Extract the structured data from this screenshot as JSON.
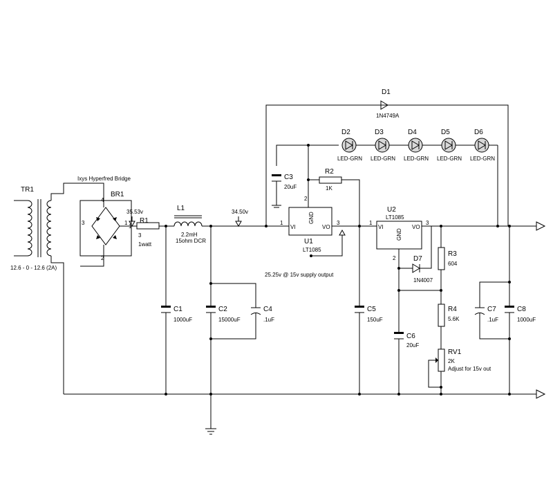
{
  "transformer": {
    "ref": "TR1",
    "rating": "12.6 - 0 - 12.6 (2A)"
  },
  "bridge": {
    "ref": "BR1",
    "desc": "Ixys Hyperfred Bridge",
    "pin1": "1",
    "pin2": "2",
    "pin3": "3",
    "pin4": "4"
  },
  "r1": {
    "ref": "R1",
    "pin": "1",
    "value": "3",
    "power": "1watt"
  },
  "l1": {
    "ref": "L1",
    "value": "2.2mH",
    "dcr": "15ohm DCR"
  },
  "probe1": {
    "label": "35.53v"
  },
  "probe2": {
    "label": "34.50v"
  },
  "probe3": {
    "label": "25.25v @ 15v supply output"
  },
  "c1": {
    "ref": "C1",
    "value": "1000uF"
  },
  "c2": {
    "ref": "C2",
    "value": "15000uF"
  },
  "c3": {
    "ref": "C3",
    "value": "20uF"
  },
  "c4": {
    "ref": "C4",
    "value": ".1uF"
  },
  "c5": {
    "ref": "C5",
    "value": "150uF"
  },
  "c6": {
    "ref": "C6",
    "value": "20uF"
  },
  "c7": {
    "ref": "C7",
    "value": ".1uF"
  },
  "c8": {
    "ref": "C8",
    "value": "1000uF"
  },
  "r2": {
    "ref": "R2",
    "value": "1K"
  },
  "r3": {
    "ref": "R3",
    "value": "604"
  },
  "r4": {
    "ref": "R4",
    "value": "5.6K"
  },
  "rv1": {
    "ref": "RV1",
    "value": "2K",
    "note": "Adjust for 15v out"
  },
  "u1": {
    "ref": "U1",
    "part": "LT1085",
    "pin_vi": "VI",
    "pin_vo": "VO",
    "pin_gnd": "GND",
    "pin1": "1",
    "pin2": "2",
    "pin3": "3"
  },
  "u2": {
    "ref": "U2",
    "part": "LT1085",
    "pin_vi": "VI",
    "pin_vo": "VO",
    "pin_gnd": "GND",
    "pin1": "1",
    "pin2": "2",
    "pin3": "3"
  },
  "d1": {
    "ref": "D1",
    "part": "1N4749A"
  },
  "d7": {
    "ref": "D7",
    "part": "1N4007"
  },
  "leds": [
    {
      "ref": "D2",
      "part": "LED-GRN"
    },
    {
      "ref": "D3",
      "part": "LED-GRN"
    },
    {
      "ref": "D4",
      "part": "LED-GRN"
    },
    {
      "ref": "D5",
      "part": "LED-GRN"
    },
    {
      "ref": "D6",
      "part": "LED-GRN"
    }
  ]
}
